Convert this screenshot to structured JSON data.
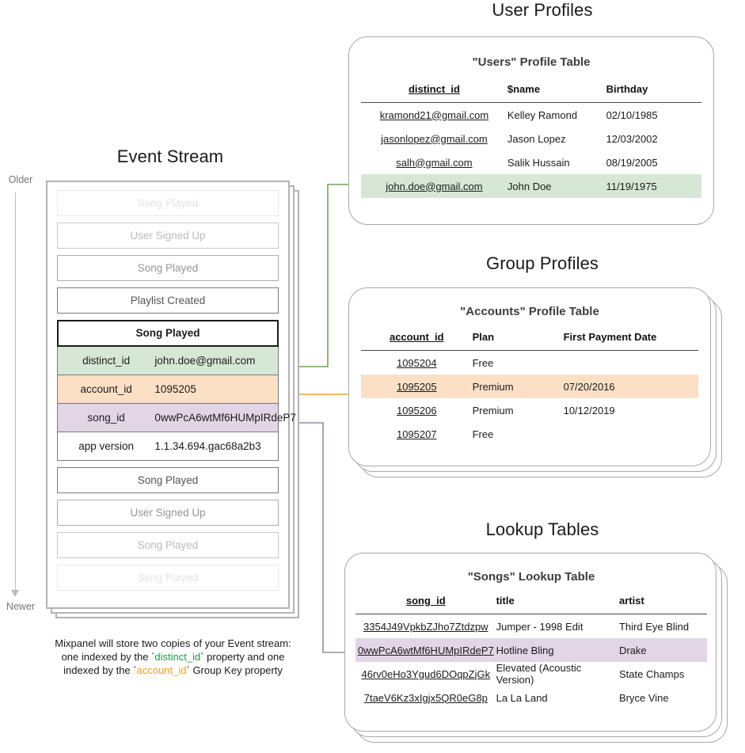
{
  "event_stream": {
    "title": "Event Stream",
    "axis": {
      "older": "Older",
      "newer": "Newer"
    },
    "events_above": [
      {
        "label": "Song Played",
        "opacity": "o1"
      },
      {
        "label": "User Signed Up",
        "opacity": "o2"
      },
      {
        "label": "Song Played",
        "opacity": "o3"
      },
      {
        "label": "Playlist Created",
        "opacity": "o4"
      }
    ],
    "main_event": {
      "label": "Song Played",
      "properties": [
        {
          "key": "distinct_id",
          "value": "john.doe@gmail.com",
          "highlight": "green"
        },
        {
          "key": "account_id",
          "value": "1095205",
          "highlight": "orange"
        },
        {
          "key": "song_id",
          "value": "0wwPcA6wtMf6HUMpIRdeP7",
          "highlight": "purple"
        },
        {
          "key": "app version",
          "value": "1.1.34.694.gac68a2b3",
          "highlight": "plain"
        }
      ]
    },
    "events_below": [
      {
        "label": "Song Played",
        "opacity": "o4"
      },
      {
        "label": "User Signed Up",
        "opacity": "o3"
      },
      {
        "label": "Song Played",
        "opacity": "o2"
      },
      {
        "label": "Song Played",
        "opacity": "o1"
      }
    ],
    "caption": {
      "line1": "Mixpanel will store two copies of your Event stream:",
      "line2_pre": "one indexed by the `",
      "line2_token": "distinct_id",
      "line2_post": "` property and one",
      "line3_pre": "indexed by the `",
      "line3_token": "account_id",
      "line3_post": "` Group Key property"
    }
  },
  "user_profiles": {
    "section_title": "User Profiles",
    "table_title": "\"Users\" Profile Table",
    "columns": [
      "distinct_id",
      "$name",
      "Birthday"
    ],
    "rows": [
      {
        "cells": [
          "kramond21@gmail.com",
          "Kelley Ramond",
          "02/10/1985"
        ],
        "highlight": ""
      },
      {
        "cells": [
          "jasonlopez@gmail.com",
          "Jason Lopez",
          "12/03/2002"
        ],
        "highlight": ""
      },
      {
        "cells": [
          "salh@gmail.com",
          "Salik Hussain",
          "08/19/2005"
        ],
        "highlight": ""
      },
      {
        "cells": [
          "john.doe@gmail.com",
          "John Doe",
          "11/19/1975"
        ],
        "highlight": "hl-green"
      }
    ]
  },
  "group_profiles": {
    "section_title": "Group Profiles",
    "table_title": "\"Accounts\" Profile Table",
    "columns": [
      "account_id",
      "Plan",
      "First Payment Date"
    ],
    "rows": [
      {
        "cells": [
          "1095204",
          "Free",
          ""
        ],
        "highlight": ""
      },
      {
        "cells": [
          "1095205",
          "Premium",
          "07/20/2016"
        ],
        "highlight": "hl-orange"
      },
      {
        "cells": [
          "1095206",
          "Premium",
          "10/12/2019"
        ],
        "highlight": ""
      },
      {
        "cells": [
          "1095207",
          "Free",
          ""
        ],
        "highlight": ""
      }
    ]
  },
  "lookup_tables": {
    "section_title": "Lookup Tables",
    "table_title": "\"Songs\" Lookup Table",
    "columns": [
      "song_id",
      "title",
      "artist"
    ],
    "rows": [
      {
        "cells": [
          "3354J49VpkbZJho7Ztdzpw",
          "Jumper - 1998 Edit",
          "Third Eye Blind"
        ],
        "highlight": ""
      },
      {
        "cells": [
          "0wwPcA6wtMf6HUMpIRdeP7",
          "Hotline Bling",
          "Drake"
        ],
        "highlight": "hl-purple"
      },
      {
        "cells": [
          "46rv0eHo3Ygud6DOqpZjGk",
          "Elevated (Acoustic Version)",
          "State Champs"
        ],
        "highlight": ""
      },
      {
        "cells": [
          "7taeV6Kz3xIgjx5QR0eG8p",
          "La La Land",
          "Bryce Vine"
        ],
        "highlight": ""
      }
    ]
  },
  "colors": {
    "green": "#6aa84f",
    "orange": "#e8a33d",
    "purple": "#9b8aa6",
    "green_fill": "#d6e8d5",
    "orange_fill": "#fbe0c6",
    "purple_fill": "#e2d5e6",
    "card_border": "#a8a8a8",
    "token_green": "#16a34a",
    "token_orange": "#f59e0b"
  }
}
